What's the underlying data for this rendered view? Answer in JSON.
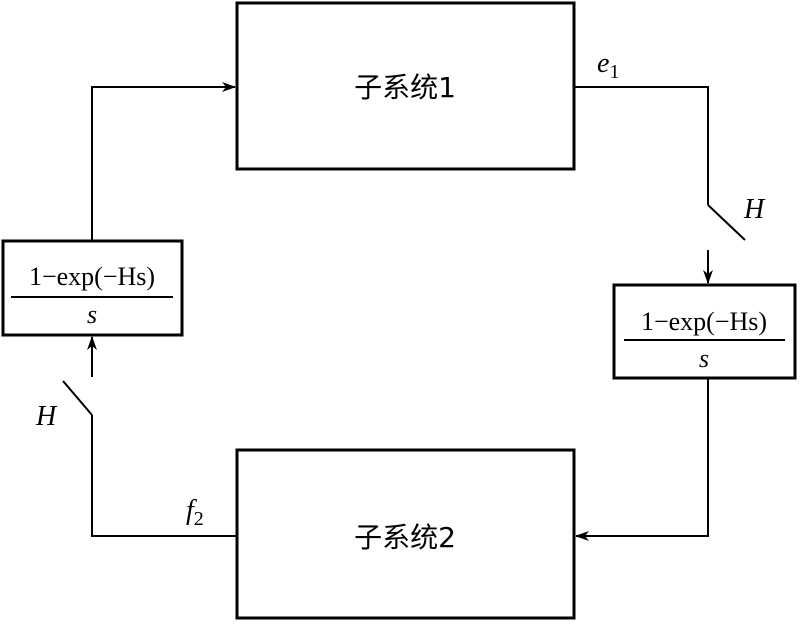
{
  "blocks": {
    "subsystem1": {
      "label": "子系统1"
    },
    "subsystem2": {
      "label": "子系统2"
    },
    "zoh_right": {
      "numerator": "1−exp(−Hs)",
      "denominator": "s"
    },
    "zoh_left": {
      "numerator": "1−exp(−Hs)",
      "denominator": "s"
    }
  },
  "signals": {
    "e1": {
      "symbol": "e",
      "subscript": "1"
    },
    "f2": {
      "symbol": "f",
      "subscript": "2"
    }
  },
  "switches": {
    "right": {
      "label": "H"
    },
    "left": {
      "label": "H"
    }
  }
}
